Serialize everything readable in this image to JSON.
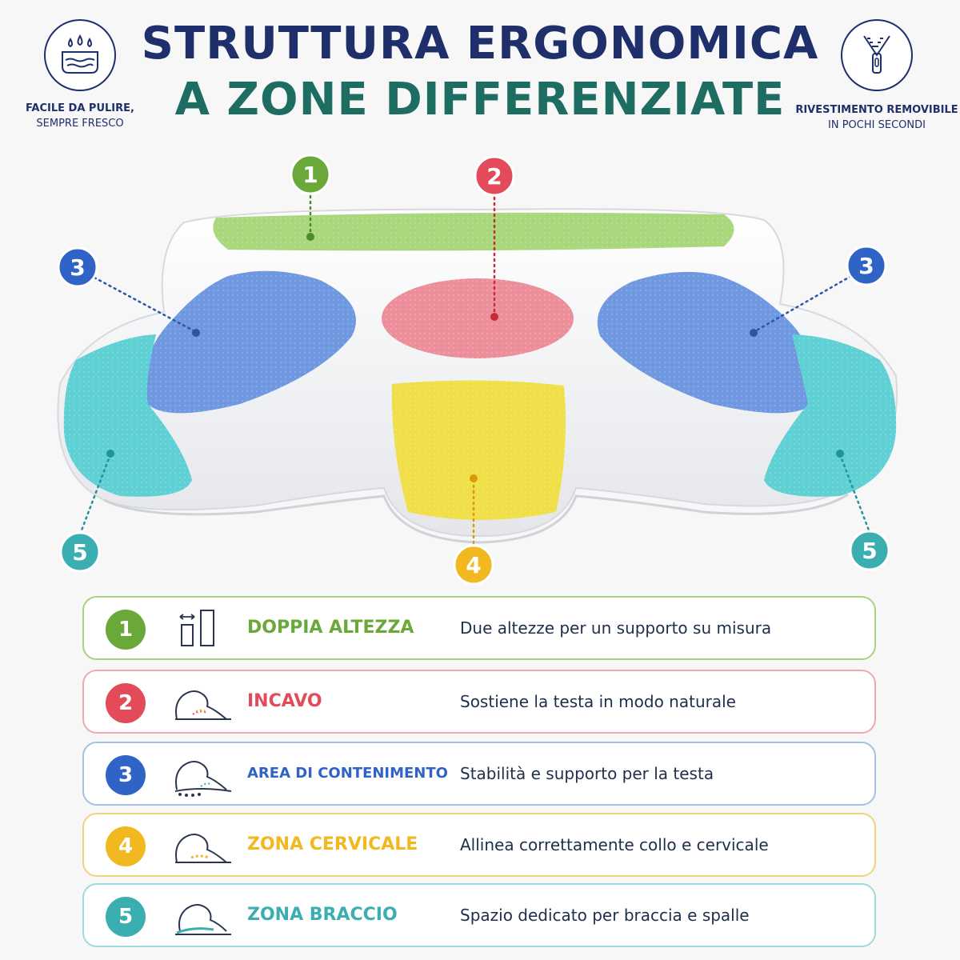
{
  "title": {
    "line1": "STRUTTURA ERGONOMICA",
    "line2": "A ZONE DIFFERENZIATE"
  },
  "features": {
    "left": {
      "icon": "water-basin-icon",
      "line1": "FACILE DA PULIRE,",
      "line2": "SEMPRE FRESCO"
    },
    "right": {
      "icon": "zipper-icon",
      "line1": "RIVESTIMENTO REMOVIBILE",
      "line2": "IN POCHI SECONDI"
    }
  },
  "callouts": {
    "n1": "1",
    "n2": "2",
    "n3": "3",
    "n4": "4",
    "n5": "5"
  },
  "colors": {
    "zone1": "#7cb342",
    "zone2": "#e34a5a",
    "zone3": "#3f72c9",
    "zone4": "#f2b81f",
    "zone5": "#3aaeb0"
  },
  "zones": [
    {
      "number": "1",
      "name": "DOPPIA ALTEZZA",
      "description": "Due altezze per un supporto su misura",
      "icon": "double-height-icon"
    },
    {
      "number": "2",
      "name": "INCAVO",
      "description": "Sostiene la testa in modo naturale",
      "icon": "head-hollow-icon"
    },
    {
      "number": "3",
      "name": "AREA DI CONTENIMENTO",
      "description": "Stabilità e supporto per la testa",
      "icon": "head-containment-icon"
    },
    {
      "number": "4",
      "name": "ZONA CERVICALE",
      "description": "Allinea correttamente collo e cervicale",
      "icon": "neck-alignment-icon"
    },
    {
      "number": "5",
      "name": "ZONA BRACCIO",
      "description": "Spazio dedicato per braccia e spalle",
      "icon": "arm-space-icon"
    }
  ]
}
